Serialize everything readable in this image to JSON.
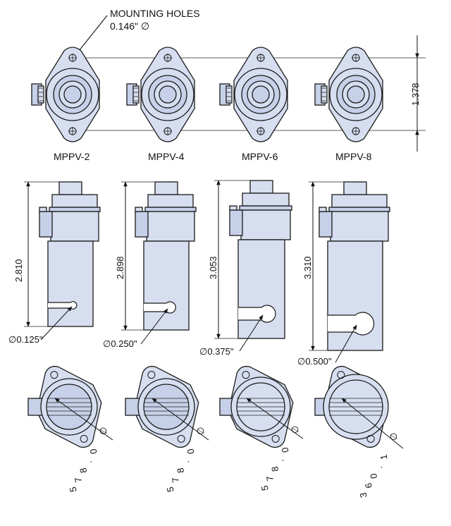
{
  "mounting_callout": {
    "line1": "MOUNTING HOLES",
    "line2": "0.146\" ∅"
  },
  "height_dim": "1.378",
  "models": [
    {
      "name": "MPPV-2",
      "length": "2.810",
      "port": "∅0.125\"",
      "bottom_dim": "0.875"
    },
    {
      "name": "MPPV-4",
      "length": "2.898",
      "port": "∅0.250\"",
      "bottom_dim": "0.875"
    },
    {
      "name": "MPPV-6",
      "length": "3.053",
      "port": "∅0.375\"",
      "bottom_dim": "0.875"
    },
    {
      "name": "MPPV-8",
      "length": "3.310",
      "port": "∅0.500\"",
      "bottom_dim": "1.063"
    }
  ],
  "bottom_prefix": "∅",
  "colors": {
    "fill": "#d6def0",
    "fill_dark": "#c6d0e8",
    "line": "#1a1a1a"
  }
}
